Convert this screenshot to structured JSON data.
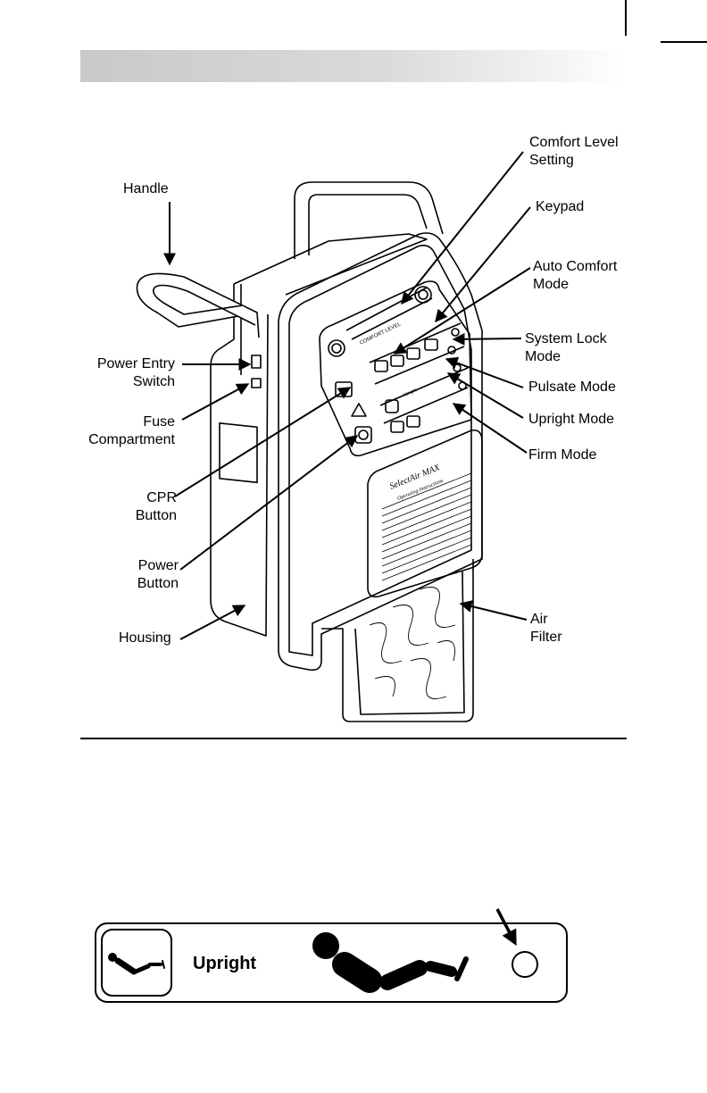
{
  "diagram": {
    "callouts": {
      "comfort_level_setting": [
        "Comfort Level",
        "Setting"
      ],
      "handle": [
        "Handle"
      ],
      "keypad": [
        "Keypad"
      ],
      "auto_comfort_mode": [
        "Auto Comfort",
        "Mode"
      ],
      "system_lock_mode": [
        "System Lock",
        "Mode"
      ],
      "power_entry_switch": [
        "Power Entry",
        "Switch"
      ],
      "pulsate_mode": [
        "Pulsate Mode"
      ],
      "fuse_compartment": [
        "Fuse",
        "Compartment"
      ],
      "upright_mode": [
        "Upright Mode"
      ],
      "firm_mode": [
        "Firm Mode"
      ],
      "cpr_button": [
        "CPR",
        "Button"
      ],
      "power_button": [
        "Power",
        "Button"
      ],
      "air_filter": [
        "Air",
        "Filter"
      ],
      "housing": [
        "Housing"
      ]
    },
    "device_labels": {
      "comfort_level": "COMFORT LEVEL",
      "panel_upright": "Upright",
      "brand": "SelectAir MAX",
      "instructions_title": "Operating Instructions"
    }
  },
  "key_panel": {
    "label": "Upright",
    "icons": [
      "upright-patient-icon",
      "upright-patient-large-icon",
      "indicator-light-icon"
    ]
  }
}
